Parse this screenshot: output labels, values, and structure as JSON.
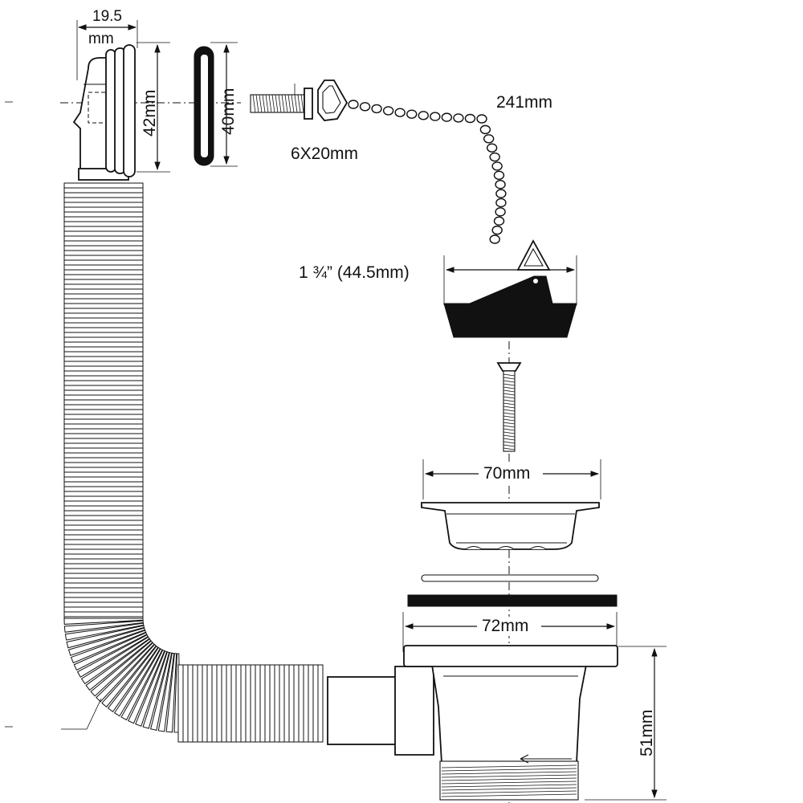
{
  "diagram": {
    "dimensions": {
      "overflow_depth": "19.5",
      "overflow_depth_unit": "mm",
      "overflow_height": "42mm",
      "gasket_height": "40mm",
      "chain_length": "241mm",
      "bolt_size": "6X20mm",
      "plug_diameter": "1 ¾” (44.5mm)",
      "grid_diameter": "70mm",
      "flange_diameter": "72mm",
      "body_height": "51mm"
    },
    "colors": {
      "line": "#111111",
      "background": "#ffffff"
    }
  }
}
